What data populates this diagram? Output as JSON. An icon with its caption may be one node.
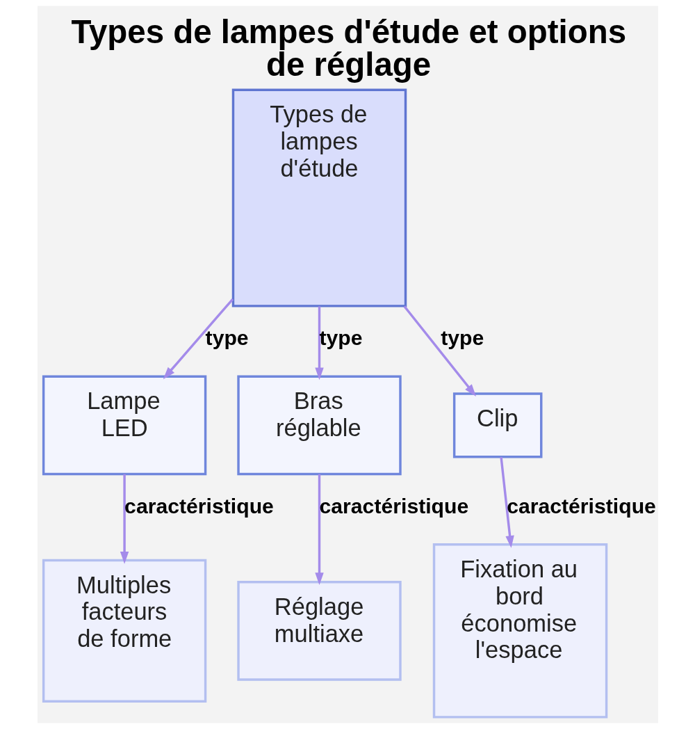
{
  "diagram": {
    "title": "Types de lampes d'étude et options de réglage",
    "nodes": [
      {
        "text": [
          "Types de lampes d'étude"
        ]
      },
      {
        "text": [
          "Lampe LED"
        ]
      },
      {
        "text": [
          "Bras réglable"
        ]
      },
      {
        "text": [
          "Clip"
        ]
      },
      {
        "text": [
          "Multiples facteurs de forme"
        ]
      },
      {
        "text": [
          "Réglage multiaxe"
        ]
      },
      {
        "text": [
          "Fixation au bord économise l'espace"
        ]
      }
    ],
    "edges": [
      {
        "from": 0,
        "to": 1,
        "arrow": "to",
        "label": "type"
      },
      {
        "from": 0,
        "to": 2,
        "arrow": "to",
        "label": "type"
      },
      {
        "from": 0,
        "to": 3,
        "arrow": "to",
        "label": "type"
      },
      {
        "from": 1,
        "to": 4,
        "arrow": "to",
        "label": "caractéristique"
      },
      {
        "from": 2,
        "to": 5,
        "arrow": "to",
        "label": "caractéristique"
      },
      {
        "from": 3,
        "to": 6,
        "arrow": "to",
        "label": "caractéristique"
      }
    ]
  }
}
